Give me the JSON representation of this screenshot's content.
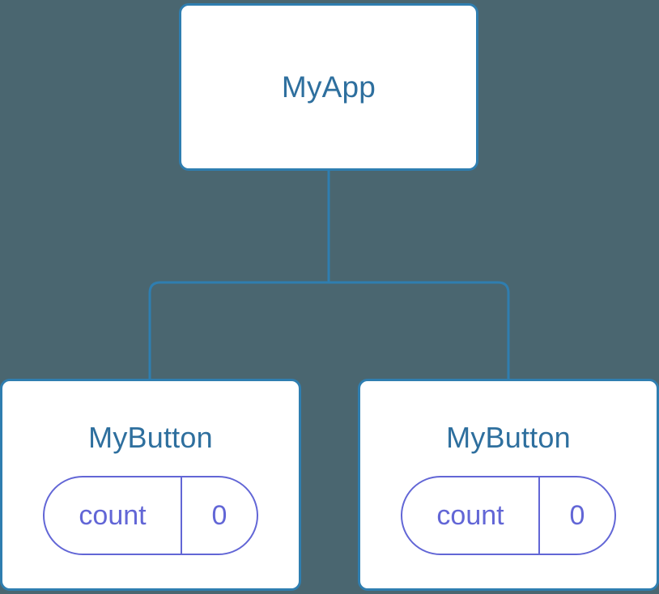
{
  "diagram": {
    "type": "component-tree",
    "background_color": "#4a6670",
    "node_border_color": "#2f7eb0",
    "node_fill_color": "#ffffff",
    "node_title_color": "#2e6f9e",
    "state_accent_color": "#6266d6",
    "edge_color": "#2f7eb0"
  },
  "root": {
    "title": "MyApp"
  },
  "children": [
    {
      "title": "MyButton",
      "state": {
        "key": "count",
        "value": "0"
      }
    },
    {
      "title": "MyButton",
      "state": {
        "key": "count",
        "value": "0"
      }
    }
  ]
}
